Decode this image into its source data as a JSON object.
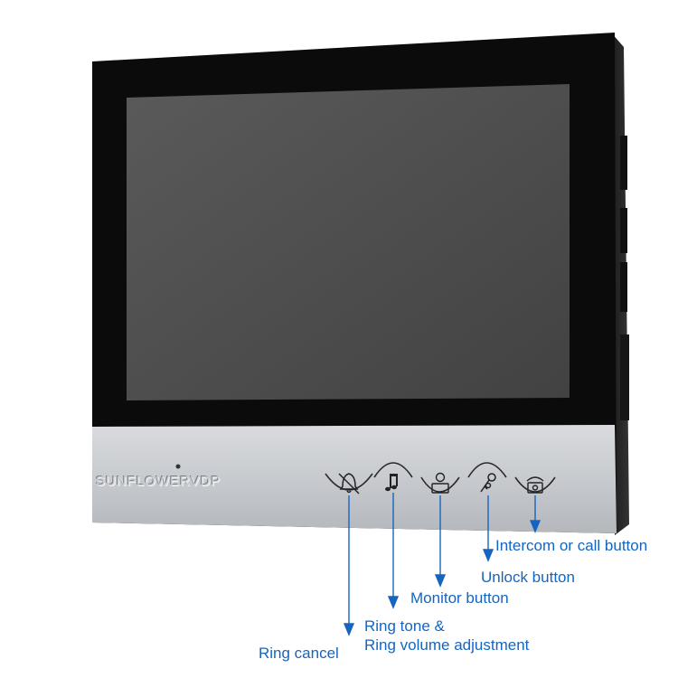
{
  "device": {
    "brand": "SUNFLOWERVDP"
  },
  "buttons": [
    {
      "id": "ring-cancel",
      "icon": "bell-slash-icon",
      "label": "Ring cancel"
    },
    {
      "id": "ring-tone",
      "icon": "music-note-icon",
      "label_line1": "Ring tone &",
      "label_line2": "Ring volume adjustment"
    },
    {
      "id": "monitor",
      "icon": "person-icon",
      "label": "Monitor button"
    },
    {
      "id": "unlock",
      "icon": "key-icon",
      "label": "Unlock button"
    },
    {
      "id": "intercom",
      "icon": "telephone-icon",
      "label": "Intercom or call button"
    }
  ],
  "colors": {
    "callout": "#1565c0",
    "bezel": "#0b0b0c",
    "screen": "#4d4d4d",
    "panel": "#c9ccd0"
  }
}
